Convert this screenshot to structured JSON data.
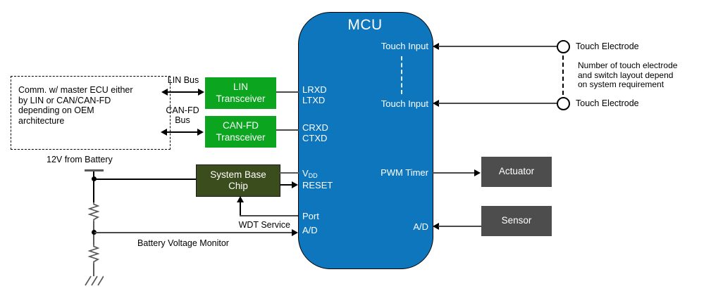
{
  "colors": {
    "mcu_blue": "#0E76BC",
    "transceiver_green": "#0BA51F",
    "sbc_olive": "#3B4D1D",
    "peripheral_gray": "#4D4D4D",
    "wire_gray": "#4A4A4A"
  },
  "mcu": {
    "title": "MCU",
    "pins": {
      "lrxd": "LRXD",
      "ltxd": "LTXD",
      "crxd": "CRXD",
      "ctxd": "CTXD",
      "vdd_base": "V",
      "vdd_sub": "DD",
      "reset": "RESET",
      "port": "Port",
      "adc_left": "A/D",
      "touch1": "Touch Input",
      "touch2": "Touch Input",
      "pwm": "PWM Timer",
      "adc_right": "A/D"
    }
  },
  "oem_note": {
    "lines": [
      "Comm. w/ master ECU either",
      "by LIN or CAN/CAN-FD",
      "depending on OEM",
      "architecture"
    ]
  },
  "buses": {
    "lin": "LIN Bus",
    "canfd_line1": "CAN-FD",
    "canfd_line2": "Bus"
  },
  "transceivers": {
    "lin": {
      "line1": "LIN",
      "line2": "Transceiver"
    },
    "canfd": {
      "line1": "CAN-FD",
      "line2": "Transceiver"
    }
  },
  "power": {
    "battery_label": "12V from Battery",
    "sbc_line1": "System Base",
    "sbc_line2": "Chip",
    "wdt_label": "WDT Service",
    "monitor_label": "Battery Voltage Monitor"
  },
  "peripherals": {
    "actuator": "Actuator",
    "sensor": "Sensor"
  },
  "touch": {
    "electrode1": "Touch Electrode",
    "electrode2": "Touch Electrode",
    "note_lines": [
      "Number of touch electrode",
      "and switch layout depend",
      "on system requirement"
    ]
  }
}
